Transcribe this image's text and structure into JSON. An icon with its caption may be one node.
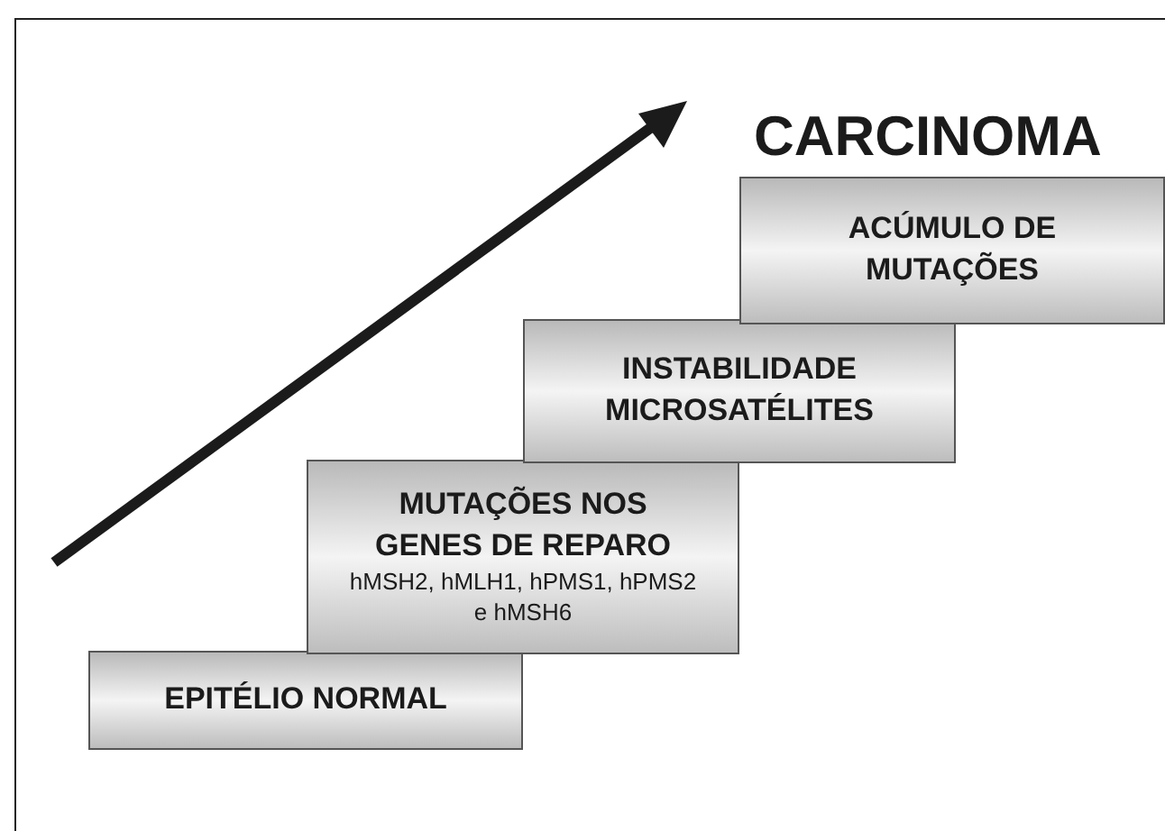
{
  "diagram": {
    "nodes": [
      {
        "text": [
          "EPITÉLIO NORMAL"
        ]
      },
      {
        "text": [
          "MUTAÇÕES NOS GENES DE REPARO",
          "hMSH2, hMLH1, hPMS1, hPMS2 e hMSH6"
        ]
      },
      {
        "text": [
          "INSTABILIDADE MICROSATÉLITES"
        ]
      },
      {
        "text": [
          "ACÚMULO DE MUTAÇÕES"
        ]
      }
    ],
    "labels": [
      "CARCINOMA"
    ]
  }
}
